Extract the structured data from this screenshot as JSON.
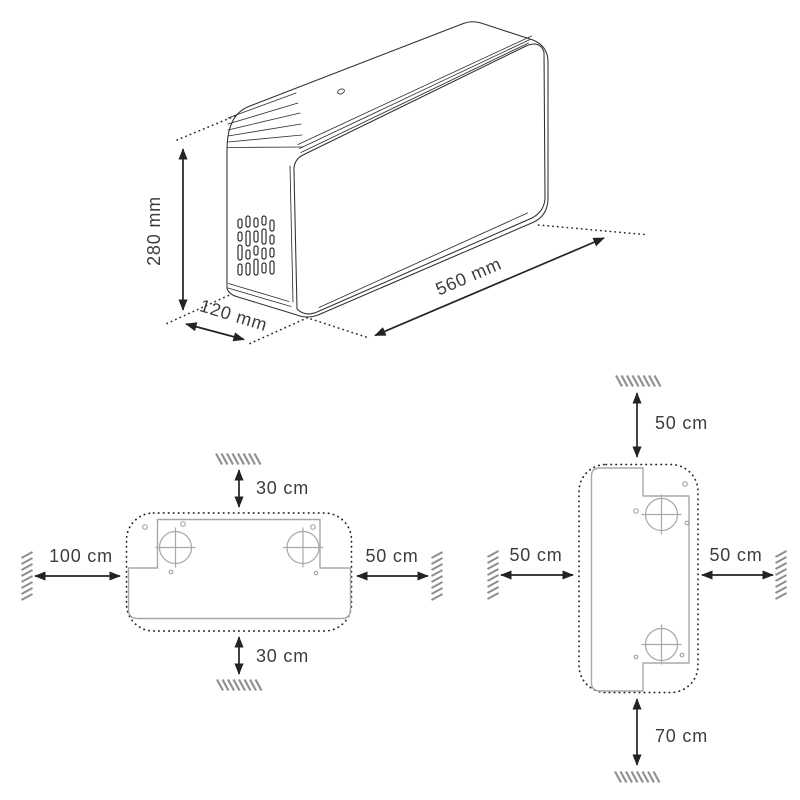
{
  "figure": {
    "title": "device-installation-dimensions",
    "views": {
      "isometric": {
        "height_label": "280 mm",
        "depth_label": "120 mm",
        "width_label": "560 mm"
      },
      "landscape_clearance": {
        "top_label": "30 cm",
        "bottom_label": "30 cm",
        "left_label": "100 cm",
        "right_label": "50 cm"
      },
      "portrait_clearance": {
        "top_label": "50 cm",
        "bottom_label": "70 cm",
        "left_label": "50 cm",
        "right_label": "50 cm"
      }
    }
  },
  "colors": {
    "line": "#2f2f2f",
    "dimension": "#232323",
    "plate": "#a8a8a8",
    "hatch": "#8f8f8f",
    "text": "#3d3d3d",
    "background": "#ffffff"
  }
}
